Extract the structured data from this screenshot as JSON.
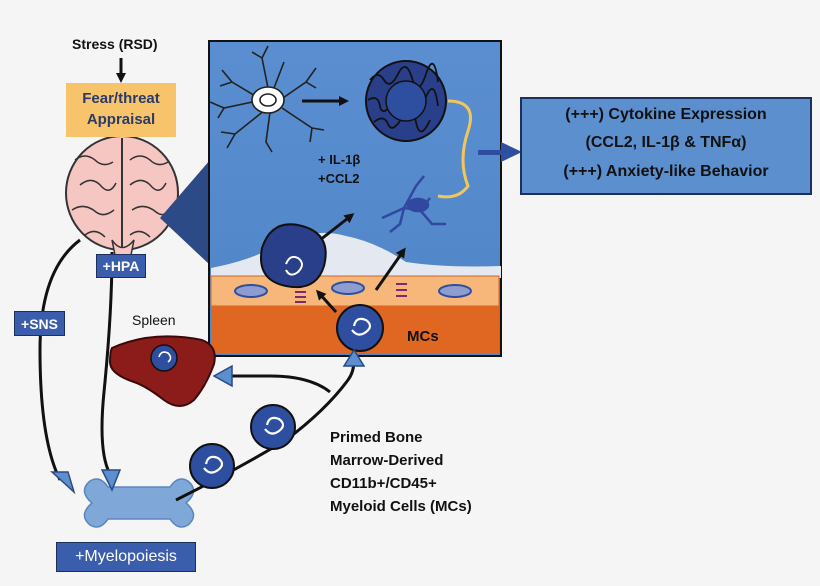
{
  "stress": "Stress (RSD)",
  "appraisal": "Fear/threat\nAppraisal",
  "hpa": "+HPA",
  "sns": "+SNS",
  "spleen": "Spleen",
  "il1b": "+ IL-1β",
  "ccl2": "+CCL2",
  "mcs": "MCs",
  "outcomes": [
    "(+++) Cytokine Expression",
    "(CCL2, IL-1β & TNFα)",
    "(+++) Anxiety-like Behavior"
  ],
  "primed": "Primed Bone\nMarrow-Derived\nCD11b+/CD45+\nMyeloid Cells (MCs)",
  "myelopoiesis": "+Myelopoiesis",
  "colors": {
    "panel_blue": "#5b8fce",
    "box_blue": "#3a5eab",
    "cell_blue": "#2e4fa0",
    "appraisal_bg": "#f5c26b",
    "brain": "#f5c4c4",
    "spleen": "#8b1a1a",
    "vessel_wall": "#f3b16e",
    "tissue": "#e8702a"
  }
}
